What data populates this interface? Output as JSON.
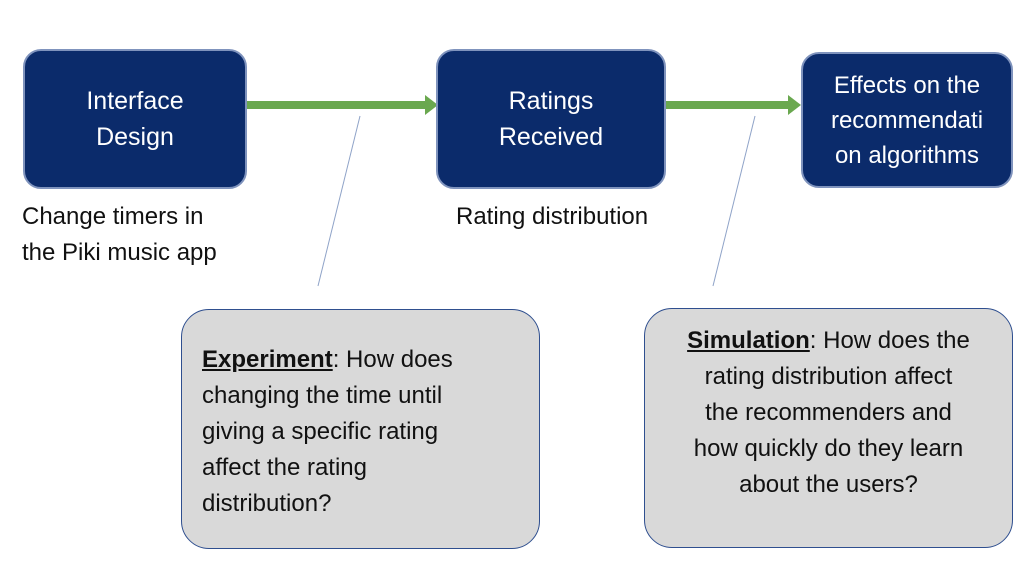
{
  "nodes": {
    "interface_design": {
      "lines": [
        "Interface",
        "Design"
      ]
    },
    "ratings_received": {
      "lines": [
        "Ratings",
        "Received"
      ]
    },
    "effects": {
      "lines": [
        "Effects on the",
        "recommendati",
        "on algorithms"
      ]
    }
  },
  "captions": {
    "timers": [
      "Change timers in",
      "the Piki music app"
    ],
    "rating_distribution": "Rating distribution"
  },
  "callouts": {
    "experiment": {
      "keyword": "Experiment",
      "first_line_rest": ": How does",
      "lines": [
        "changing the time until",
        "giving a specific rating",
        "affect the rating",
        "distribution?"
      ]
    },
    "simulation": {
      "keyword": "Simulation",
      "first_line_rest": ": How does the",
      "lines": [
        "rating distribution affect",
        "the recommenders and",
        "how quickly do they learn",
        "about the users?"
      ]
    }
  },
  "colors": {
    "node_fill": "#0b2b6b",
    "arrow": "#6aa84f",
    "callout_fill": "#d9d9d9",
    "callout_border": "#2f4f8f",
    "leader_line": "#8fa3c8"
  }
}
